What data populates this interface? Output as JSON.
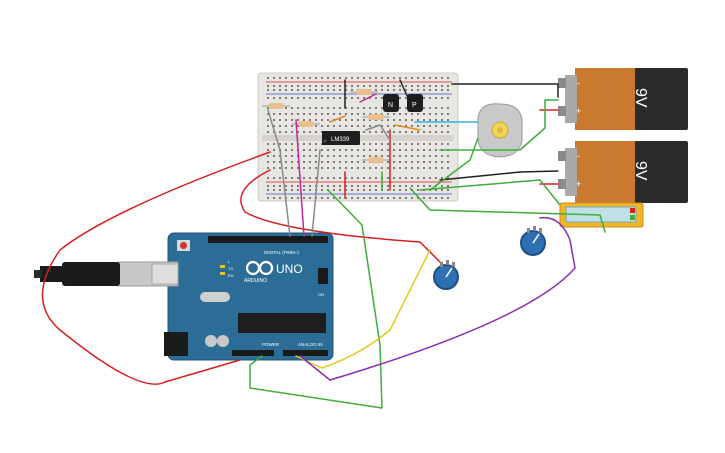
{
  "circuit": {
    "battery_top_label": "9V",
    "battery_bottom_label": "9V",
    "battery_minus": "-",
    "battery_plus": "+",
    "ic_label": "LM339",
    "transistor_left_label": "N",
    "transistor_right_label": "P",
    "arduino_logo_text": "ARDUINO",
    "arduino_model": "UNO",
    "digital_header_label": "DIGITAL (PWM~)",
    "power_header_label": "POWER",
    "analog_header_label": "ANALOG IN",
    "tx_label": "TX",
    "rx_label": "RX",
    "l_label": "L",
    "on_label": "ON"
  },
  "colors": {
    "breadboard": "#e8e6e3",
    "arduino_board": "#2b6d96",
    "battery_body": "#c97a2f",
    "battery_cap": "#2b2b2b",
    "wire_red": "#d62020",
    "wire_green": "#3fae3a",
    "wire_yellow": "#e2c820",
    "wire_purple": "#8a2fb5",
    "wire_black": "#222222",
    "wire_gray": "#8a8a8a",
    "wire_magenta": "#c02a9a",
    "wire_cyan": "#35b5d6",
    "wire_orange": "#e08a20",
    "potentiometer": "#2f6fb3",
    "motor": "#c9c9c9",
    "slide_switch": "#f2b52a"
  }
}
